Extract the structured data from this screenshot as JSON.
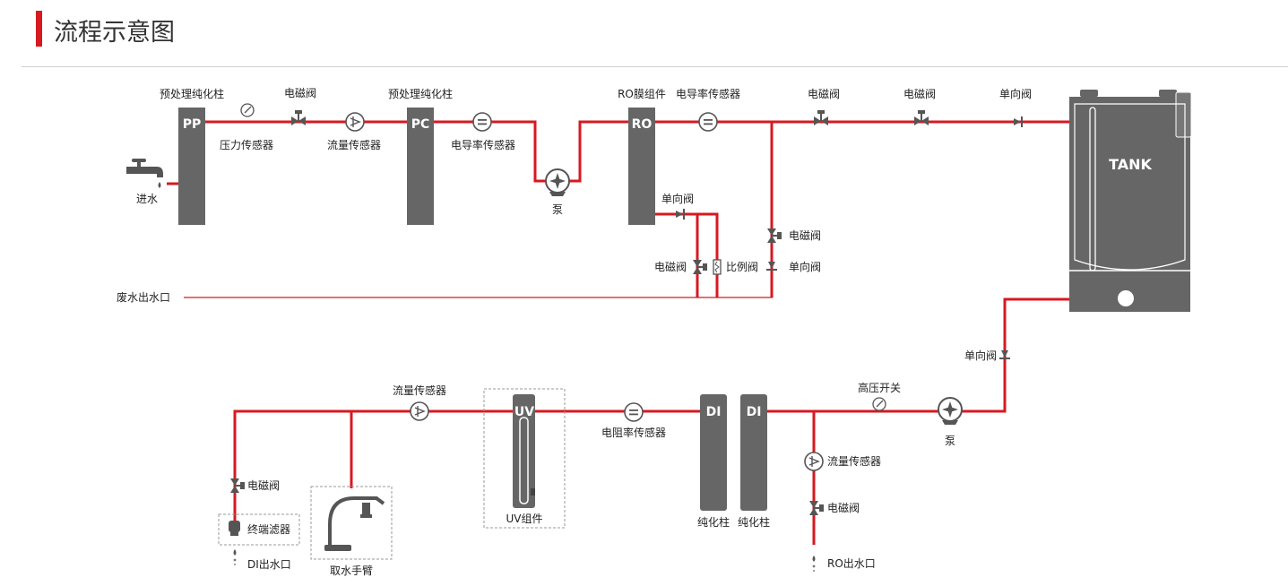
{
  "header": {
    "title": "流程示意图",
    "accent_color": "#d71920"
  },
  "colors": {
    "pipe": "#d71920",
    "component": "#666666",
    "component_dark": "#555555",
    "label": "#222222",
    "box": "#999999"
  },
  "components": {
    "pp": {
      "tag": "PP",
      "label": "预处理纯化柱"
    },
    "pc": {
      "tag": "PC",
      "label": "预处理纯化柱"
    },
    "ro": {
      "tag": "RO",
      "label": "RO膜组件"
    },
    "tank": {
      "tag": "TANK"
    },
    "uv": {
      "tag": "UV",
      "label": "UV组件"
    },
    "di1": {
      "tag": "DI",
      "label": "纯化柱"
    },
    "di2": {
      "tag": "DI",
      "label": "纯化柱"
    }
  },
  "labels": {
    "inlet": "进水",
    "pressure_sensor": "压力传感器",
    "solenoid_1": "电磁阀",
    "flow_sensor_1": "流量传感器",
    "conductivity_1": "电导率传感器",
    "pump_1": "泵",
    "conductivity_2": "电导率传感器",
    "solenoid_2": "电磁阀",
    "solenoid_3": "电磁阀",
    "check_valve_1": "单向阀",
    "check_valve_2": "单向阀",
    "solenoid_4": "电磁阀",
    "proportional_valve": "比例阀",
    "solenoid_5": "电磁阀",
    "check_valve_3": "单向阀",
    "waste_outlet": "废水出水口",
    "check_valve_4": "单向阀",
    "high_pressure_switch": "高压开关",
    "pump_2": "泵",
    "flow_sensor_2": "流量传感器",
    "solenoid_6": "电磁阀",
    "ro_outlet": "RO出水口",
    "resistivity_sensor": "电阻率传感器",
    "flow_sensor_3": "流量传感器",
    "solenoid_7": "电磁阀",
    "terminal_filter": "终端滤器",
    "di_outlet": "DI出水口",
    "dispense_arm": "取水手臂"
  }
}
